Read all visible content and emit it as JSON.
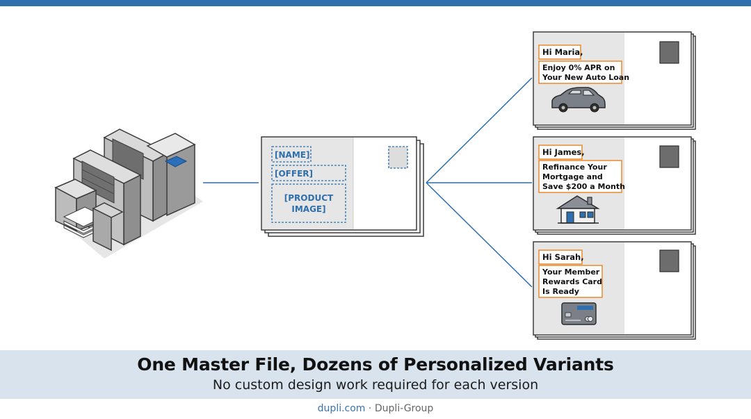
{
  "master_card": {
    "placeholders": {
      "name": "[NAME]",
      "offer": "[OFFER]",
      "product_line1": "[PRODUCT",
      "product_line2": "IMAGE]"
    }
  },
  "variants": [
    {
      "greeting": "Hi Maria,",
      "offer_lines": [
        "Enjoy 0% APR on",
        "Your New Auto Loan"
      ],
      "product_icon": "car-icon"
    },
    {
      "greeting": "Hi James,",
      "offer_lines": [
        "Refinance Your",
        "Mortgage and",
        "Save $200 a Month"
      ],
      "product_icon": "house-icon"
    },
    {
      "greeting": "Hi Sarah,",
      "offer_lines": [
        "Your Member",
        "Rewards Card",
        "Is Ready"
      ],
      "product_icon": "credit-card-icon"
    }
  ],
  "caption": {
    "title": "One Master File, Dozens of Personalized Variants",
    "subtitle": "No custom design work required for each version"
  },
  "footer": {
    "site": "dupli.com",
    "separator": " · ",
    "company": "Dupli-Group"
  },
  "colors": {
    "accent_blue": "#2f6fad",
    "highlight_orange": "#e8892b",
    "caption_band": "#d8e3ee"
  }
}
